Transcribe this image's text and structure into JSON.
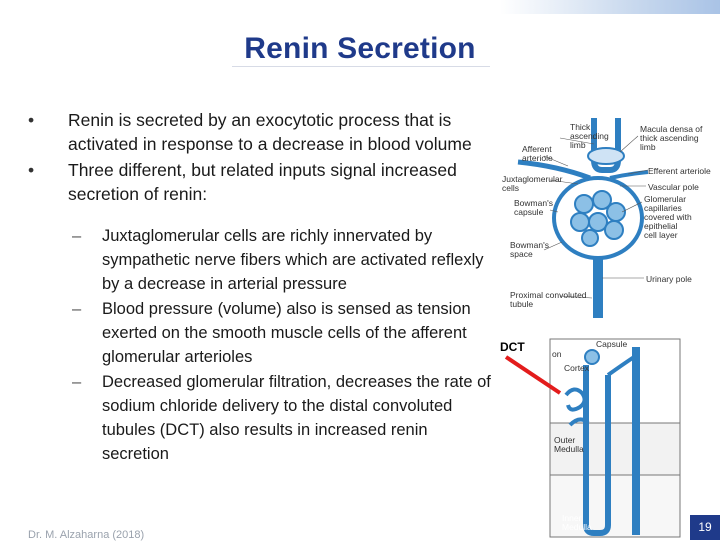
{
  "slide": {
    "title": "Renin Secretion",
    "bullets": [
      {
        "marker": "•",
        "text": "Renin is secreted by an exocytotic process that is activated in response to a decrease in blood volume"
      },
      {
        "marker": "•",
        "text": "Three different, but related inputs signal increased secretion of renin:"
      }
    ],
    "sub_bullets": [
      {
        "marker": "–",
        "text": " Juxtaglomerular cells are richly innervated by sympathetic nerve fibers which are activated reflexly by a decrease in arterial pressure"
      },
      {
        "marker": "–",
        "text": "Blood pressure (volume) also is sensed as tension exerted on the smooth muscle cells of the afferent glomerular arterioles"
      },
      {
        "marker": "–",
        "text": "Decreased glomerular filtration, decreases the rate of sodium chloride delivery to the distal convoluted tubules (DCT) also results in increased renin secretion"
      }
    ],
    "footer": "Dr. M. Alzaharna (2018)",
    "page_number": "19"
  },
  "glomerulus_figure": {
    "labels": {
      "thick_ascending_limb": [
        "Thick",
        "ascending",
        "limb"
      ],
      "macula_densa": [
        "Macula densa of",
        "thick ascending",
        "limb"
      ],
      "afferent_arteriole": [
        "Afferent",
        "arteriole"
      ],
      "efferent_arteriole": "Efferent arteriole",
      "juxtaglomerular_cells": [
        "Juxtaglomerular",
        "cells"
      ],
      "vascular_pole": "Vascular pole",
      "bowmans_capsule": [
        "Bowman's",
        "capsule"
      ],
      "glomerular_capillaries": [
        "Glomerular",
        "capillaries",
        "covered with",
        "epithelial",
        "cell layer"
      ],
      "bowmans_space": [
        "Bowman's",
        "space"
      ],
      "urinary_pole": "Urinary pole",
      "proximal_tubule": [
        "Proximal convoluted",
        "tubule"
      ]
    }
  },
  "nephron_figure": {
    "dct_label": "DCT",
    "labels": {
      "capsule": "Capsule",
      "cortex": "Cortex",
      "outer_medulla": [
        "Outer",
        "Medulla"
      ],
      "inner_medulla": [
        "Inner",
        "Medulla"
      ],
      "partial": "on"
    }
  },
  "colors": {
    "title": "#1f3a8a",
    "accent_blue": "#2e7fc1",
    "arrow_red": "#e31c1c",
    "page_badge": "#1f3a8a"
  }
}
